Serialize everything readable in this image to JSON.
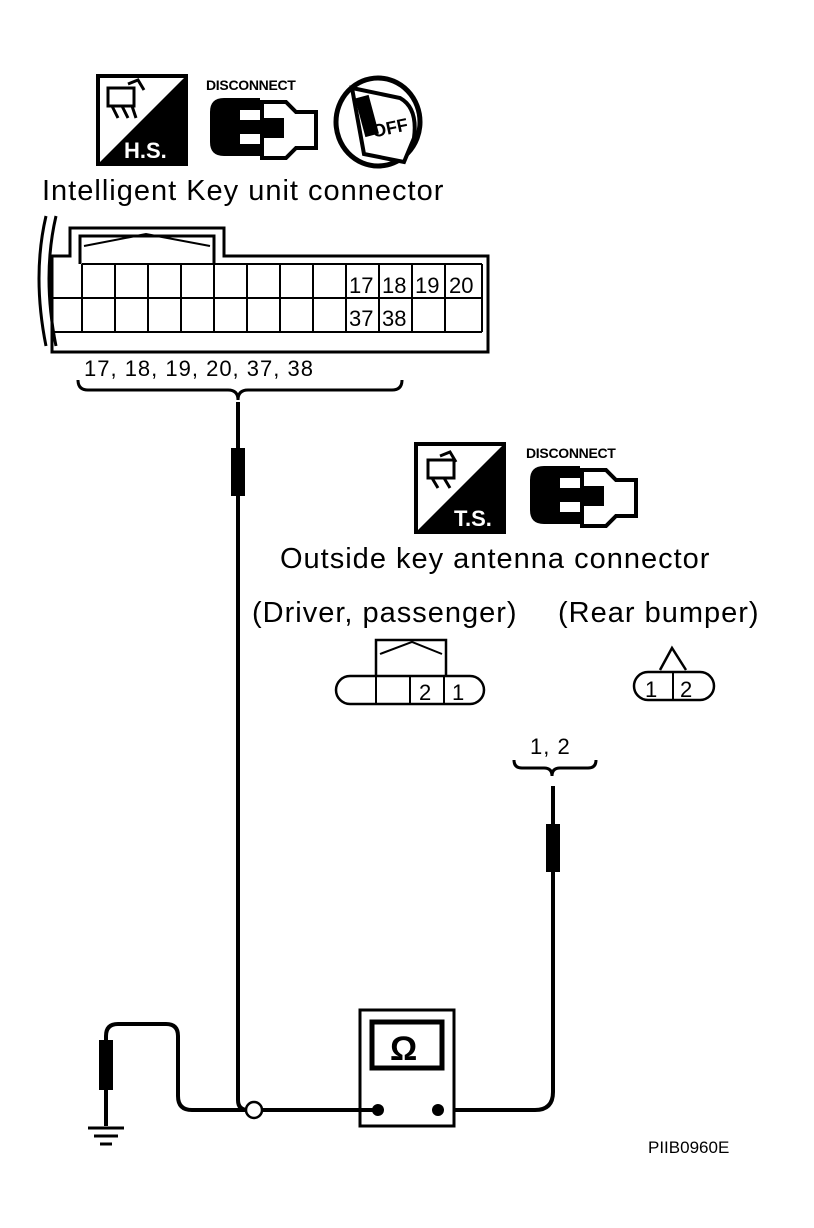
{
  "diagram": {
    "top_connector": {
      "title": "Intelligent Key unit connector",
      "icon_hs": "H.S.",
      "icon_disconnect": "DISCONNECT",
      "icon_off": "OFF",
      "cavities_row1": [
        "17",
        "18",
        "19",
        "20"
      ],
      "cavities_row2": [
        "37",
        "38"
      ],
      "terminals_label": "17, 18, 19, 20, 37, 38"
    },
    "antenna_connector": {
      "title": "Outside key antenna connector",
      "icon_ts": "T.S.",
      "icon_disconnect": "DISCONNECT",
      "variant_a_label": "(Driver, passenger)",
      "variant_b_label": "(Rear bumper)",
      "variant_a_pins": [
        "2",
        "1"
      ],
      "variant_b_pins": [
        "1",
        "2"
      ],
      "terminals_label": "1, 2"
    },
    "meter": {
      "symbol": "Ω"
    },
    "figure_code": "PIIB0960E",
    "icons": [
      "hand-sensor-icon",
      "disconnect-icon",
      "ignition-off-icon",
      "ground-icon",
      "ohmmeter-icon"
    ]
  }
}
